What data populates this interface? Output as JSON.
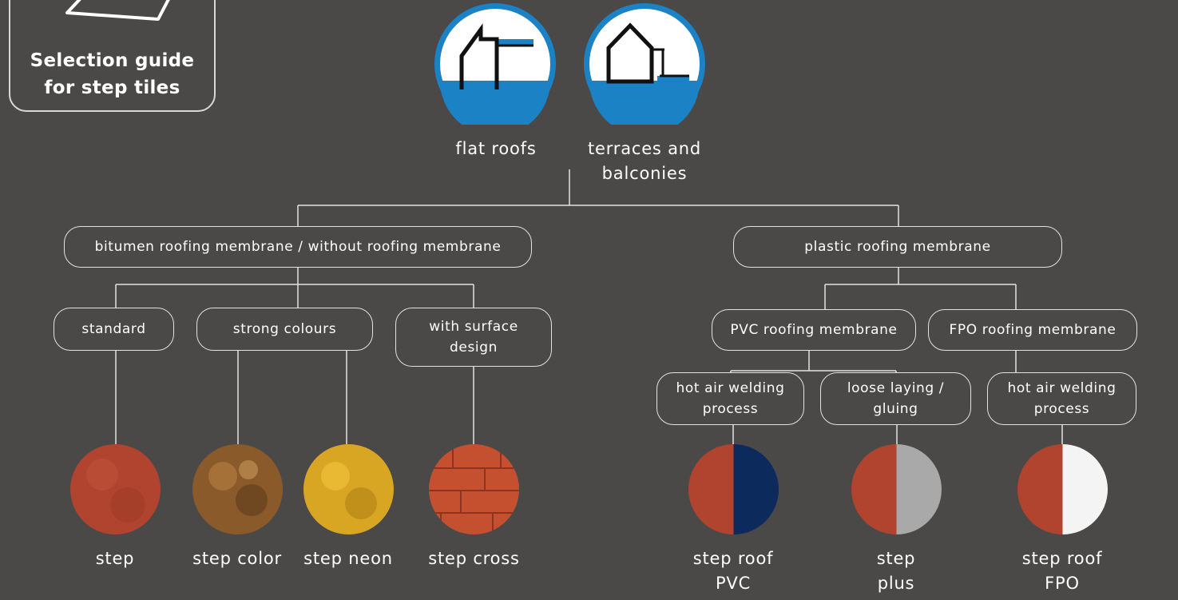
{
  "badge": {
    "title": "Selection guide\nfor step tiles"
  },
  "applications": [
    {
      "label": "flat roofs",
      "icon": "flat-roof-icon"
    },
    {
      "label": "terraces and\nbalconies",
      "icon": "terrace-icon"
    }
  ],
  "membranes": {
    "bitumen": "bitumen roofing membrane / without roofing membrane",
    "plastic": "plastic roofing membrane"
  },
  "categories": {
    "standard": "standard",
    "strong_colours": "strong colours",
    "surface_design": "with surface\ndesign",
    "pvc": "PVC roofing membrane",
    "fpo": "FPO roofing membrane"
  },
  "processes": {
    "pvc_hot_air": "hot air welding\nprocess",
    "loose_laying": "loose laying /\ngluing",
    "fpo_hot_air": "hot air welding\nprocess"
  },
  "products": [
    {
      "label": "step",
      "swatch": "red-granule",
      "color": "#b0442e"
    },
    {
      "label": "step color",
      "swatch": "brown-granule",
      "color": "#8a5a2b"
    },
    {
      "label": "step neon",
      "swatch": "yellow-granule",
      "color": "#d9a624"
    },
    {
      "label": "step cross",
      "swatch": "red-brick-pattern",
      "color": "#c4502f"
    },
    {
      "label": "step roof\nPVC",
      "swatch": "red-navy-split",
      "color": "#0d2a5c"
    },
    {
      "label": "step\nplus",
      "swatch": "red-grey-split",
      "color": "#a9a9a9"
    },
    {
      "label": "step roof\nFPO",
      "swatch": "red-white-split",
      "color": "#f4f4f4"
    }
  ],
  "colors": {
    "background": "#4a4948",
    "accent_blue": "#1b82c6",
    "line": "#e2e2e2"
  }
}
